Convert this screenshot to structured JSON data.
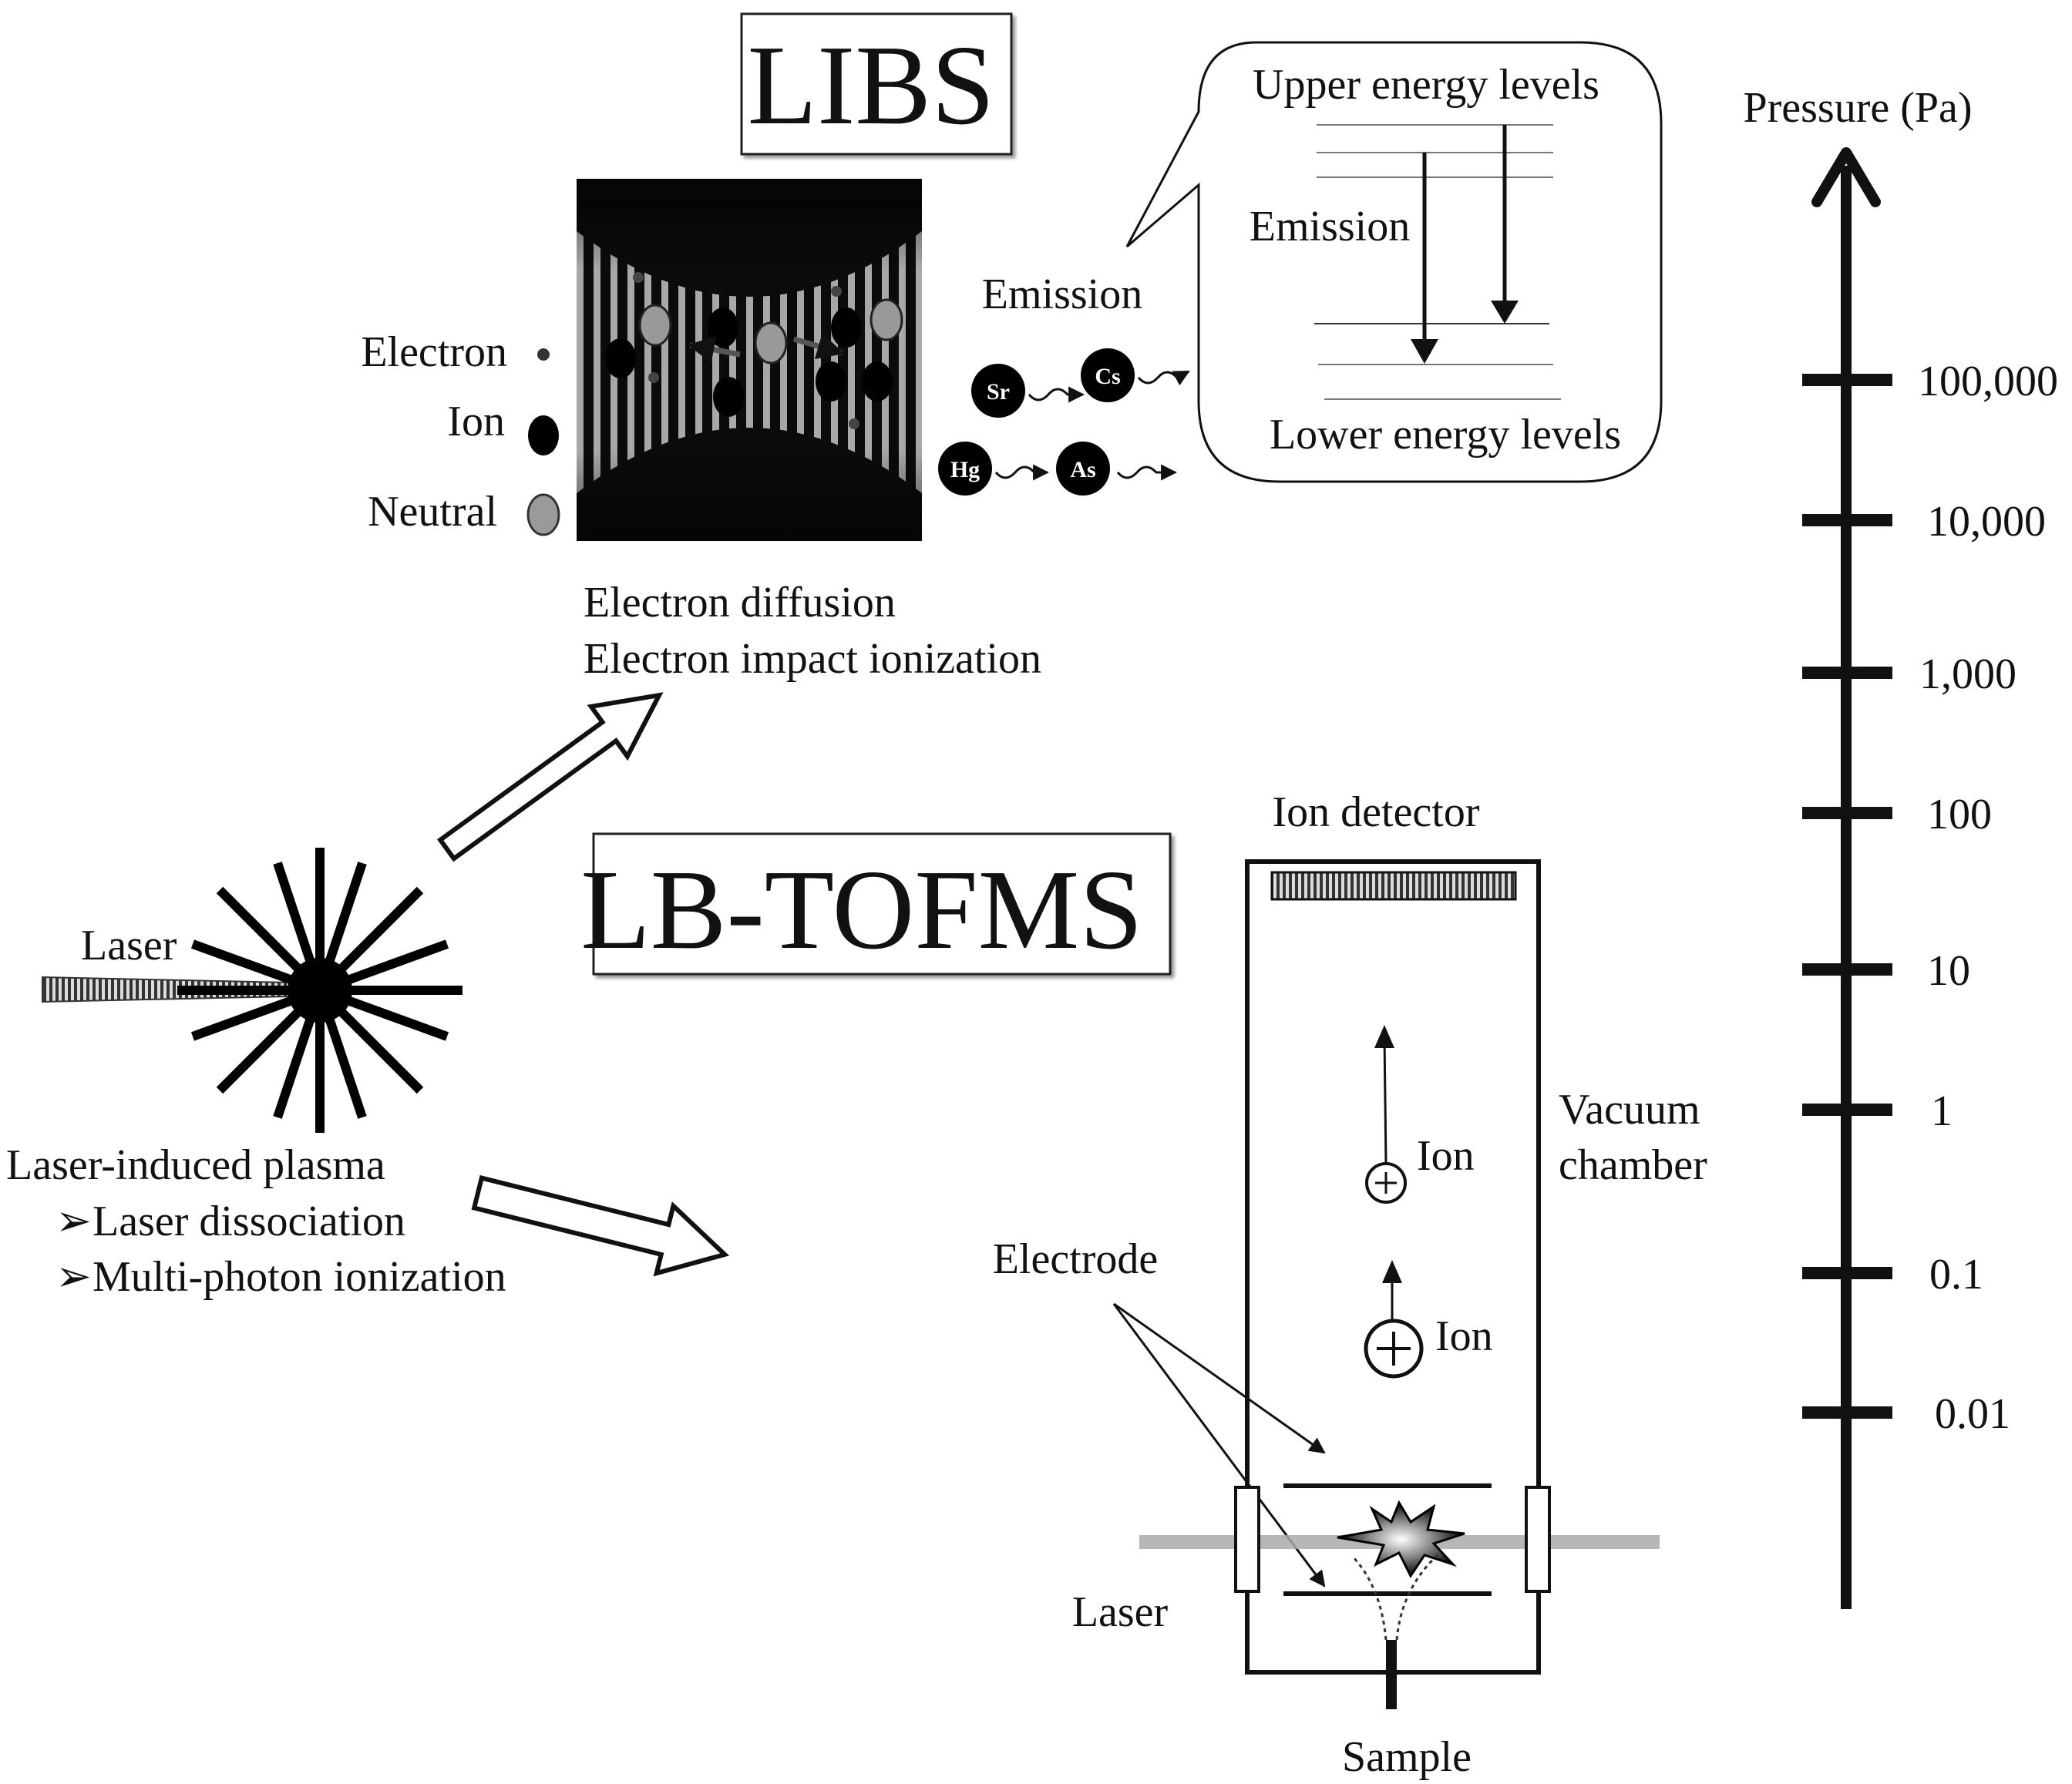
{
  "libs": {
    "title": "LIBS",
    "legend": {
      "electron": "Electron",
      "ion": "Ion",
      "neutral": "Neutral"
    },
    "processes": [
      "Electron diffusion",
      "Electron impact ionization"
    ],
    "emission_label": "Emission",
    "elements": [
      "Sr",
      "Cs",
      "Hg",
      "As"
    ],
    "energy_box": {
      "upper": "Upper energy levels",
      "emission": "Emission",
      "lower": "Lower energy levels"
    }
  },
  "source": {
    "laser_label": "Laser",
    "plasma_label": "Laser-induced plasma",
    "mechanisms": [
      "Laser dissociation",
      "Multi-photon ionization"
    ]
  },
  "lbtofms": {
    "title": "LB-TOFMS",
    "ion_detector": "Ion detector",
    "vacuum_chamber": [
      "Vacuum",
      "chamber"
    ],
    "ion_labels": [
      "Ion",
      "Ion"
    ],
    "electrode": "Electrode",
    "laser": "Laser",
    "sample": "Sample"
  },
  "pressure_scale": {
    "label": "Pressure (Pa)",
    "ticks": [
      "100,000",
      "10,000",
      "1,000",
      "100",
      "10",
      "1",
      "0.1",
      "0.01"
    ]
  },
  "colors": {
    "ink": "#111111",
    "plasma_background": "#0b0b0b",
    "neutral_gray": "#9a9a9a"
  }
}
